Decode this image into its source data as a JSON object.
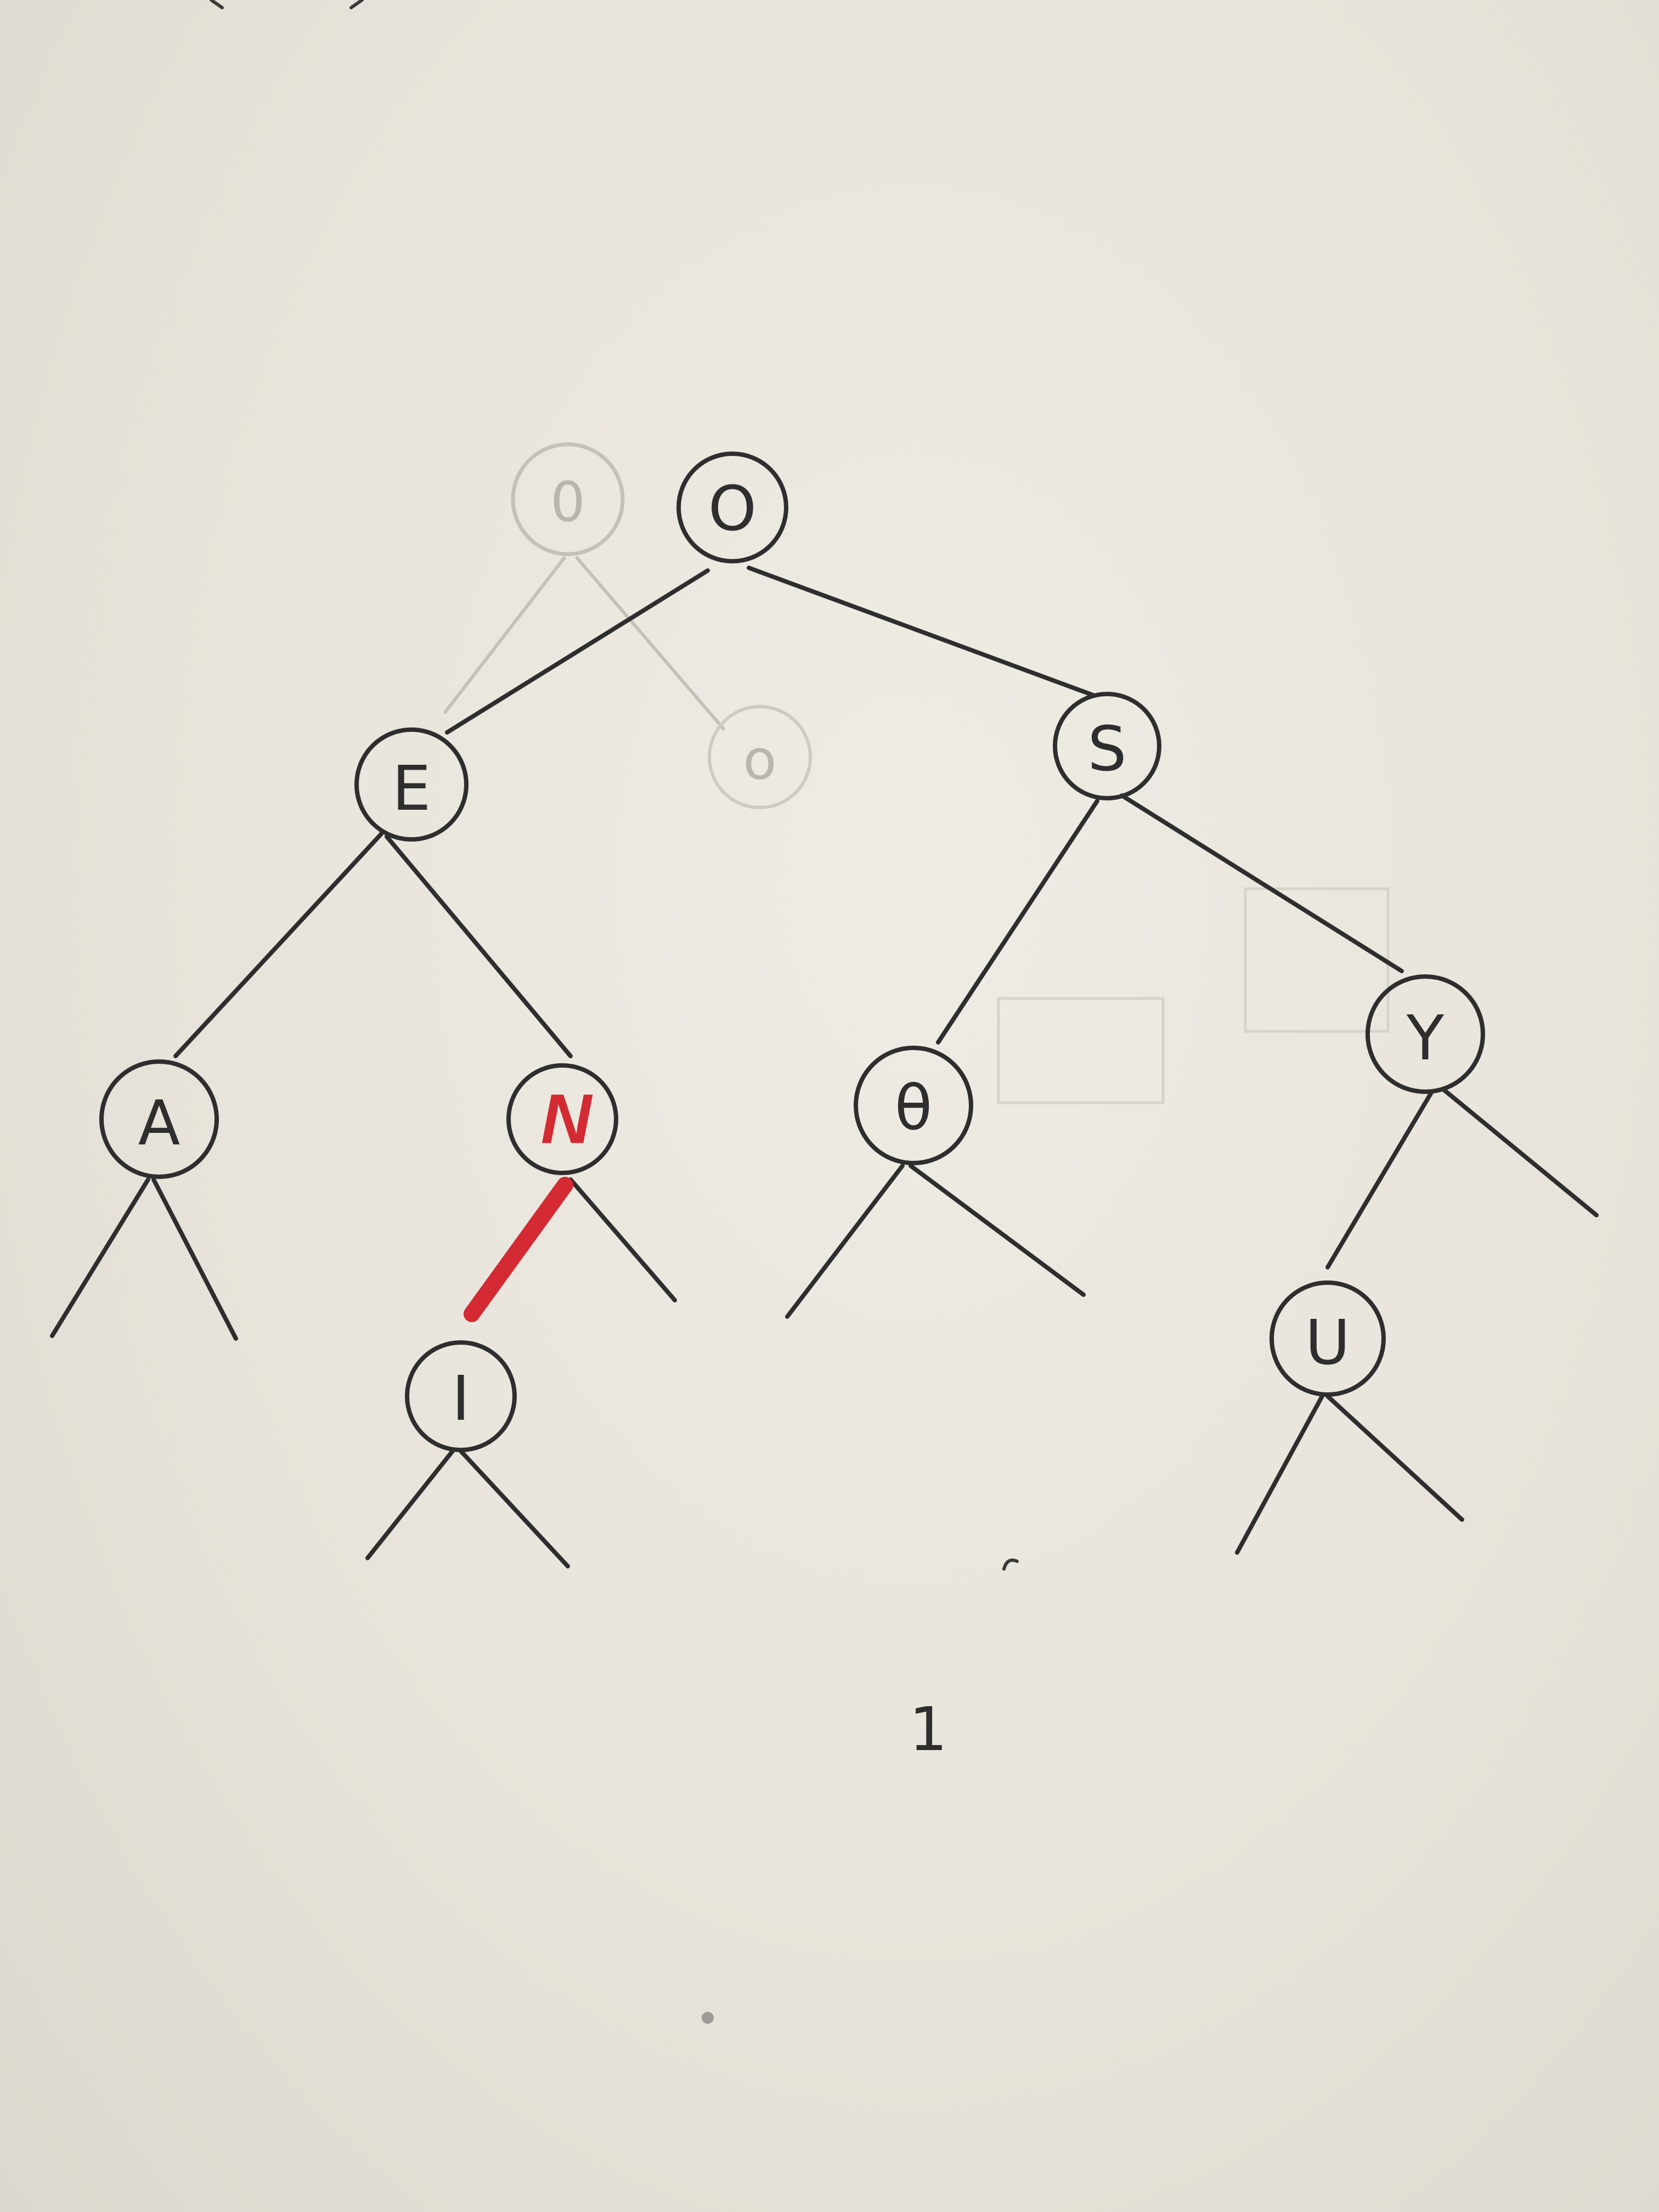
{
  "tree": {
    "nodes": [
      {
        "id": "root",
        "label": "O"
      },
      {
        "id": "e",
        "label": "E"
      },
      {
        "id": "s",
        "label": "S"
      },
      {
        "id": "a",
        "label": "A"
      },
      {
        "id": "n",
        "label": "N",
        "highlight": true
      },
      {
        "id": "theta",
        "label": "θ"
      },
      {
        "id": "y",
        "label": "Y"
      },
      {
        "id": "i",
        "label": "I"
      },
      {
        "id": "u",
        "label": "U"
      }
    ],
    "edges": [
      {
        "from": "root",
        "to": "e"
      },
      {
        "from": "root",
        "to": "s"
      },
      {
        "from": "e",
        "to": "a"
      },
      {
        "from": "e",
        "to": "n"
      },
      {
        "from": "s",
        "to": "theta"
      },
      {
        "from": "s",
        "to": "y"
      },
      {
        "from": "n",
        "to": "i",
        "highlight": true
      },
      {
        "from": "y",
        "to": "u"
      }
    ],
    "ghost_nodes": [
      {
        "id": "ghost-top",
        "label": "0"
      },
      {
        "id": "ghost-mid",
        "label": "o"
      }
    ]
  },
  "page_number": "1",
  "colors": {
    "ink": "#2e2e2e",
    "highlight": "#d42a33",
    "ghost": "#b9b6ae",
    "paper": "#e9e5dc"
  }
}
